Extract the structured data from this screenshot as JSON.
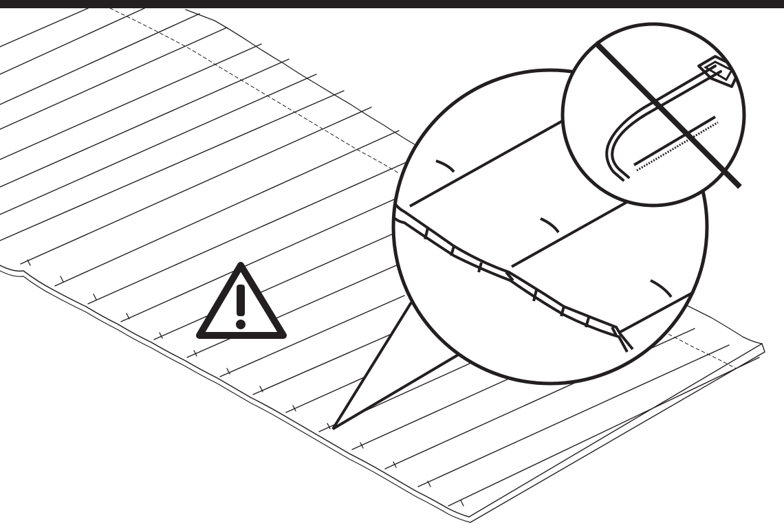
{
  "figure": {
    "colors": {
      "ink": "#231f20",
      "paper": "#ffffff"
    },
    "elements": {
      "warning": {
        "icon": "warning-triangle-icon",
        "glyph": "!"
      },
      "detail_callout": {
        "icon": "magnifier-detail-callout",
        "shows": "panel-seam-joint"
      },
      "prohibited_tool": {
        "icon": "hacksaw-icon",
        "state": "crossed-out"
      }
    }
  }
}
